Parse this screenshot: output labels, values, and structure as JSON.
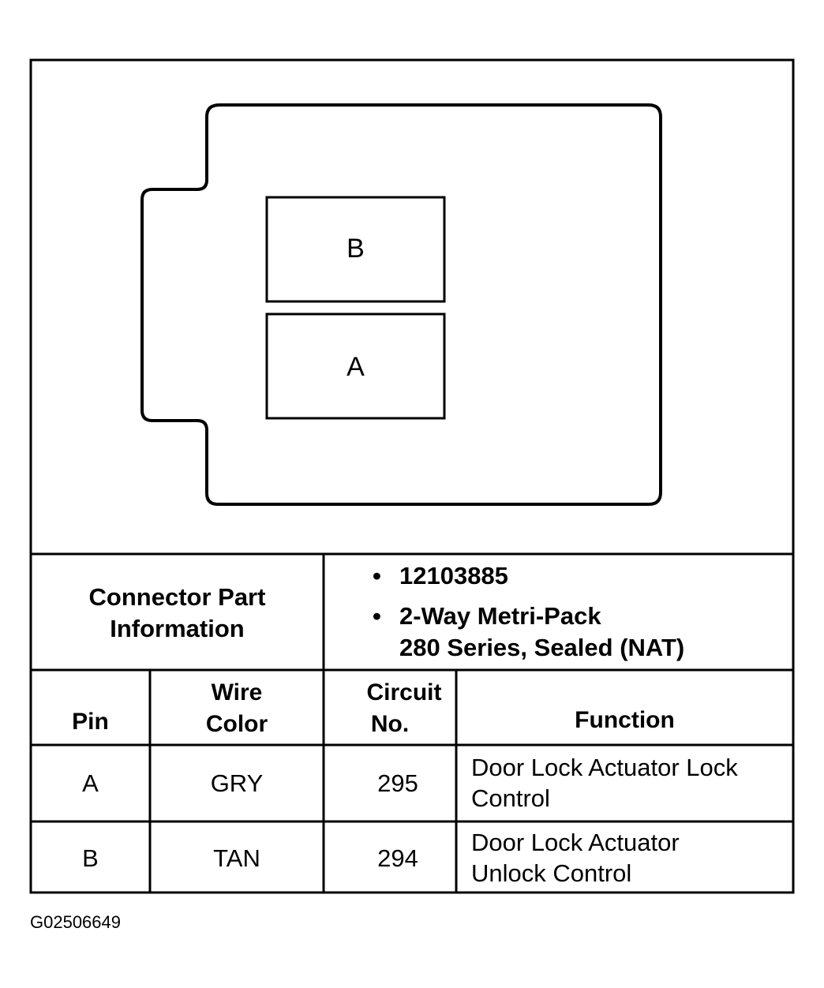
{
  "connector": {
    "pins": [
      {
        "label": "B"
      },
      {
        "label": "A"
      }
    ]
  },
  "part_info": {
    "label_line1": "Connector Part",
    "label_line2": "Information",
    "bullets": [
      {
        "symbol": "•",
        "text": "12103885"
      },
      {
        "symbol": "•",
        "text": "2-Way Metri-Pack",
        "continuation": "280 Series, Sealed (NAT)"
      }
    ]
  },
  "pin_table": {
    "headers": {
      "pin": "Pin",
      "wire_color_line1": "Wire",
      "wire_color_line2": "Color",
      "circuit_line1": "Circuit",
      "circuit_line2": "No.",
      "function": "Function"
    },
    "rows": [
      {
        "pin": "A",
        "wire_color": "GRY",
        "circuit": "295",
        "function_line1": "Door Lock Actuator Lock",
        "function_line2": "Control"
      },
      {
        "pin": "B",
        "wire_color": "TAN",
        "circuit": "294",
        "function_line1": "Door Lock Actuator",
        "function_line2": "Unlock Control"
      }
    ]
  },
  "figure_id": "G02506649"
}
